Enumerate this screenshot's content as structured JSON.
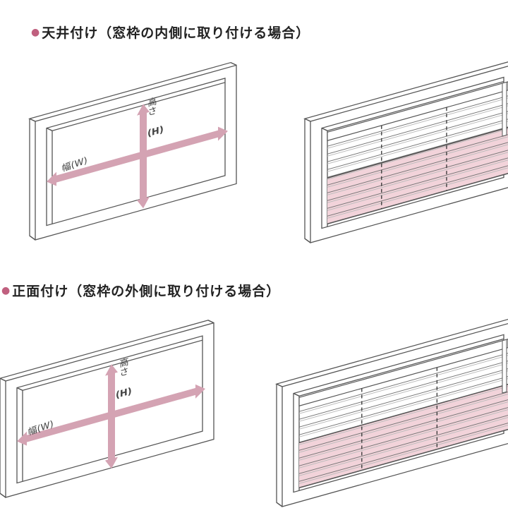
{
  "sections": [
    {
      "heading": "天井付け（窓枠の内側に取り付ける場合）",
      "width_label": "幅(W)",
      "height_label_kanji": "高さ",
      "height_label_letter": "(H)"
    },
    {
      "heading": "正面付け（窓枠の外側に取り付ける場合）",
      "width_label": "幅(W)",
      "height_label_kanji": "高さ",
      "height_label_letter": "(H)"
    }
  ],
  "colors": {
    "bullet": "#c0607f",
    "arrow": "#d4a3b3",
    "blind_fill": "#f2d3da",
    "line": "#555555"
  },
  "icons": {
    "bullet": "bullet-dot-icon"
  }
}
